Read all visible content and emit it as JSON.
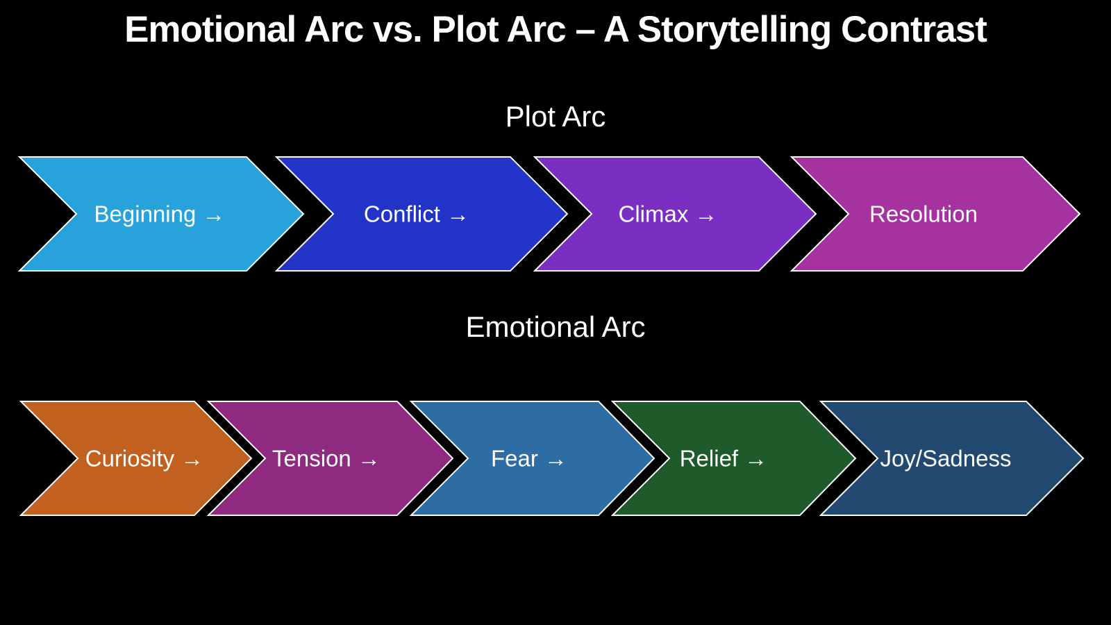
{
  "title": "Emotional Arc vs. Plot Arc – A Storytelling Contrast",
  "plot_arc": {
    "heading": "Plot Arc",
    "steps": [
      {
        "label": "Beginning →",
        "color": "#28A2DB"
      },
      {
        "label": "Conflict →",
        "color": "#2234C8"
      },
      {
        "label": "Climax →",
        "color": "#7B2FC2"
      },
      {
        "label": "Resolution",
        "color": "#A5329F"
      }
    ]
  },
  "emotional_arc": {
    "heading": "Emotional Arc",
    "steps": [
      {
        "label": "Curiosity →",
        "color": "#C2611F"
      },
      {
        "label": "Tension →",
        "color": "#8E2A7F"
      },
      {
        "label": "Fear →",
        "color": "#2E6CA4"
      },
      {
        "label": "Relief →",
        "color": "#1F5B2A"
      },
      {
        "label": "Joy/Sadness",
        "color": "#224A70"
      }
    ]
  },
  "colors": {
    "background": "#000000",
    "text": "#FFFFFF",
    "chevron_outline": "#FFFFFF"
  }
}
